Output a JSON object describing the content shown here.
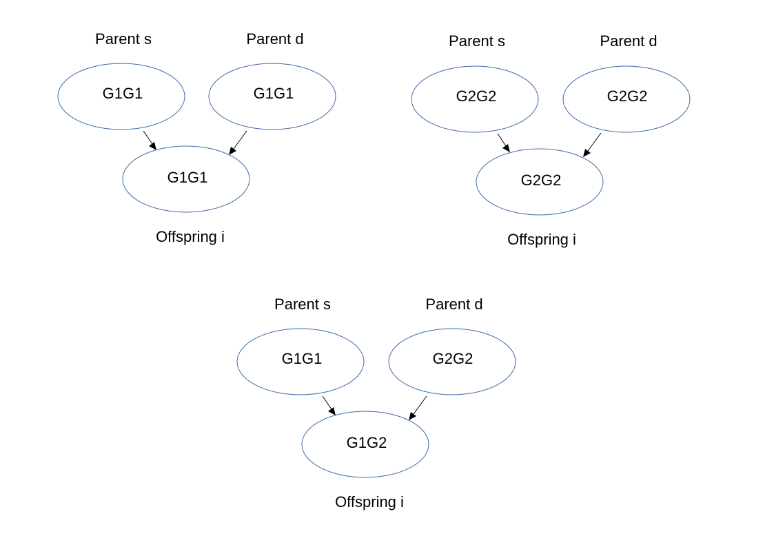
{
  "crosses": [
    {
      "parent_s": {
        "role": "Parent s",
        "genotype": "G1G1"
      },
      "parent_d": {
        "role": "Parent d",
        "genotype": "G1G1"
      },
      "offspring": {
        "role": "Offspring i",
        "genotype": "G1G1"
      }
    },
    {
      "parent_s": {
        "role": "Parent s",
        "genotype": "G2G2"
      },
      "parent_d": {
        "role": "Parent d",
        "genotype": "G2G2"
      },
      "offspring": {
        "role": "Offspring i",
        "genotype": "G2G2"
      }
    },
    {
      "parent_s": {
        "role": "Parent s",
        "genotype": "G1G1"
      },
      "parent_d": {
        "role": "Parent d",
        "genotype": "G2G2"
      },
      "offspring": {
        "role": "Offspring i",
        "genotype": "G1G2"
      }
    }
  ],
  "colors": {
    "node_stroke": "#3b6aa8",
    "arrow": "#000000",
    "text": "#000000"
  }
}
